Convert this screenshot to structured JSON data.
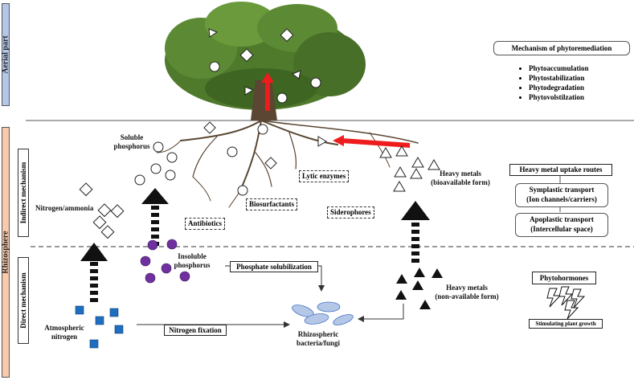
{
  "sections": {
    "aerial": "Aerial part",
    "rhizosphere": "Rhizosphere",
    "indirect": "Indirect mechanism",
    "direct": "Direct mechanism"
  },
  "mechanism": {
    "title": "Mechanism of phytoremediation",
    "items": [
      "Phytoaccumulation",
      "Phytostabilization",
      "Phytodegradation",
      "Phytovolstilzation"
    ]
  },
  "uptake": {
    "title": "Heavy metal uptake routes",
    "symplastic": [
      "Symplastic transport",
      "(Ion channels/carriers)"
    ],
    "apoplastic": [
      "Apoplastic transport",
      "(Intercellular space)"
    ]
  },
  "labels": {
    "soluble_p": [
      "Soluble",
      "phosphorus"
    ],
    "nitrogen_ammonia": "Nitrogen/ammonia",
    "lytic": "Lytic enzymes",
    "biosurfactants": "Biosurfactants",
    "siderophores": "Siderophores",
    "antibiotics": "Antibiotics",
    "hm_bio": [
      "Heavy metals",
      "(bioavailable form)"
    ],
    "insoluble_p": [
      "Insoluble",
      "phosphorus"
    ],
    "p_solubilization": "Phosphate solubilization",
    "hm_non": [
      "Heavy metals",
      "(non-available form)"
    ],
    "atm_n": [
      "Atmospheric",
      "nitrogen"
    ],
    "n_fixation": "Nitrogen fixation",
    "bacteria": [
      "Rhizospheric",
      "bacteria/fungi"
    ],
    "phytohormones": "Phytohormones",
    "plant_growth": "Stimulating plant growth"
  },
  "colors": {
    "aerial_tab": "#b4c7e7",
    "rhizo_tab": "#f8cbad",
    "red_arrow": "#ee1c1c",
    "purple": "#7030a0",
    "blue": "#1f6fc0",
    "bacteria": "#b4c7e7",
    "canopy": "#4f7a2c"
  }
}
